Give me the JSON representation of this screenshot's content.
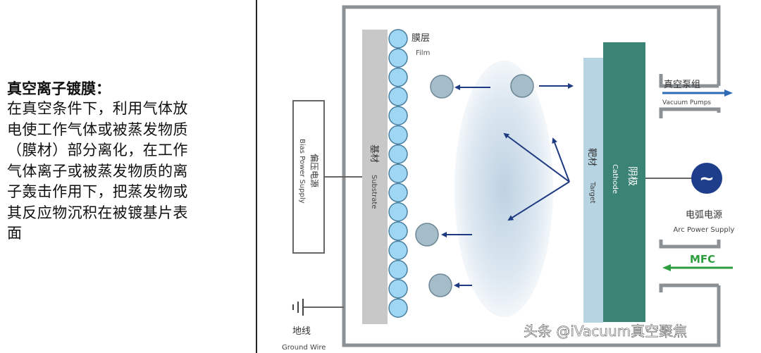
{
  "description": {
    "title": "真空离子镀膜：",
    "lines": [
      "在真空条件下，利用气体放",
      "电使工作气体或被蒸发物质",
      "（膜材）部分离化，在工作",
      "气体离子或被蒸发物质的离",
      "子轰击作用下，把蒸发物或",
      "其反应物沉积在被镀基片表",
      "面"
    ]
  },
  "diagram": {
    "film_cn": "膜层",
    "film_en": "Film",
    "substrate_cn": "基材",
    "substrate_en": "Substrate",
    "bias_cn": "偏压电源",
    "bias_en": "Bias Power Supply",
    "target_cn": "靶材",
    "target_en": "Target",
    "cathode_cn": "阴极",
    "cathode_en": "Cathode",
    "vacuum_cn": "真空泵组",
    "vacuum_en": "Vacuum Pumps",
    "arc_cn": "电弧电源",
    "arc_en": "Arc Power Supply",
    "mfc": "MFC",
    "ground_cn": "地线",
    "ground_en": "Ground Wire",
    "arc_symbol": "~",
    "watermark": "头条 @iVacuum真空聚焦"
  },
  "colors": {
    "chamber": "#8c9196",
    "substrate": "#c8c8c8",
    "film_ball": "#9fd6f3",
    "target": "#b7d4e3",
    "cathode": "#3b8475",
    "particle": "#a5bdc8",
    "arrow": "#1e3b82",
    "arc_supply": "#1e3e8c",
    "vacuum_arrow": "#2f6bb5",
    "mfc_arrow": "#2e9e3e",
    "plasma": "#dfe9f1"
  }
}
